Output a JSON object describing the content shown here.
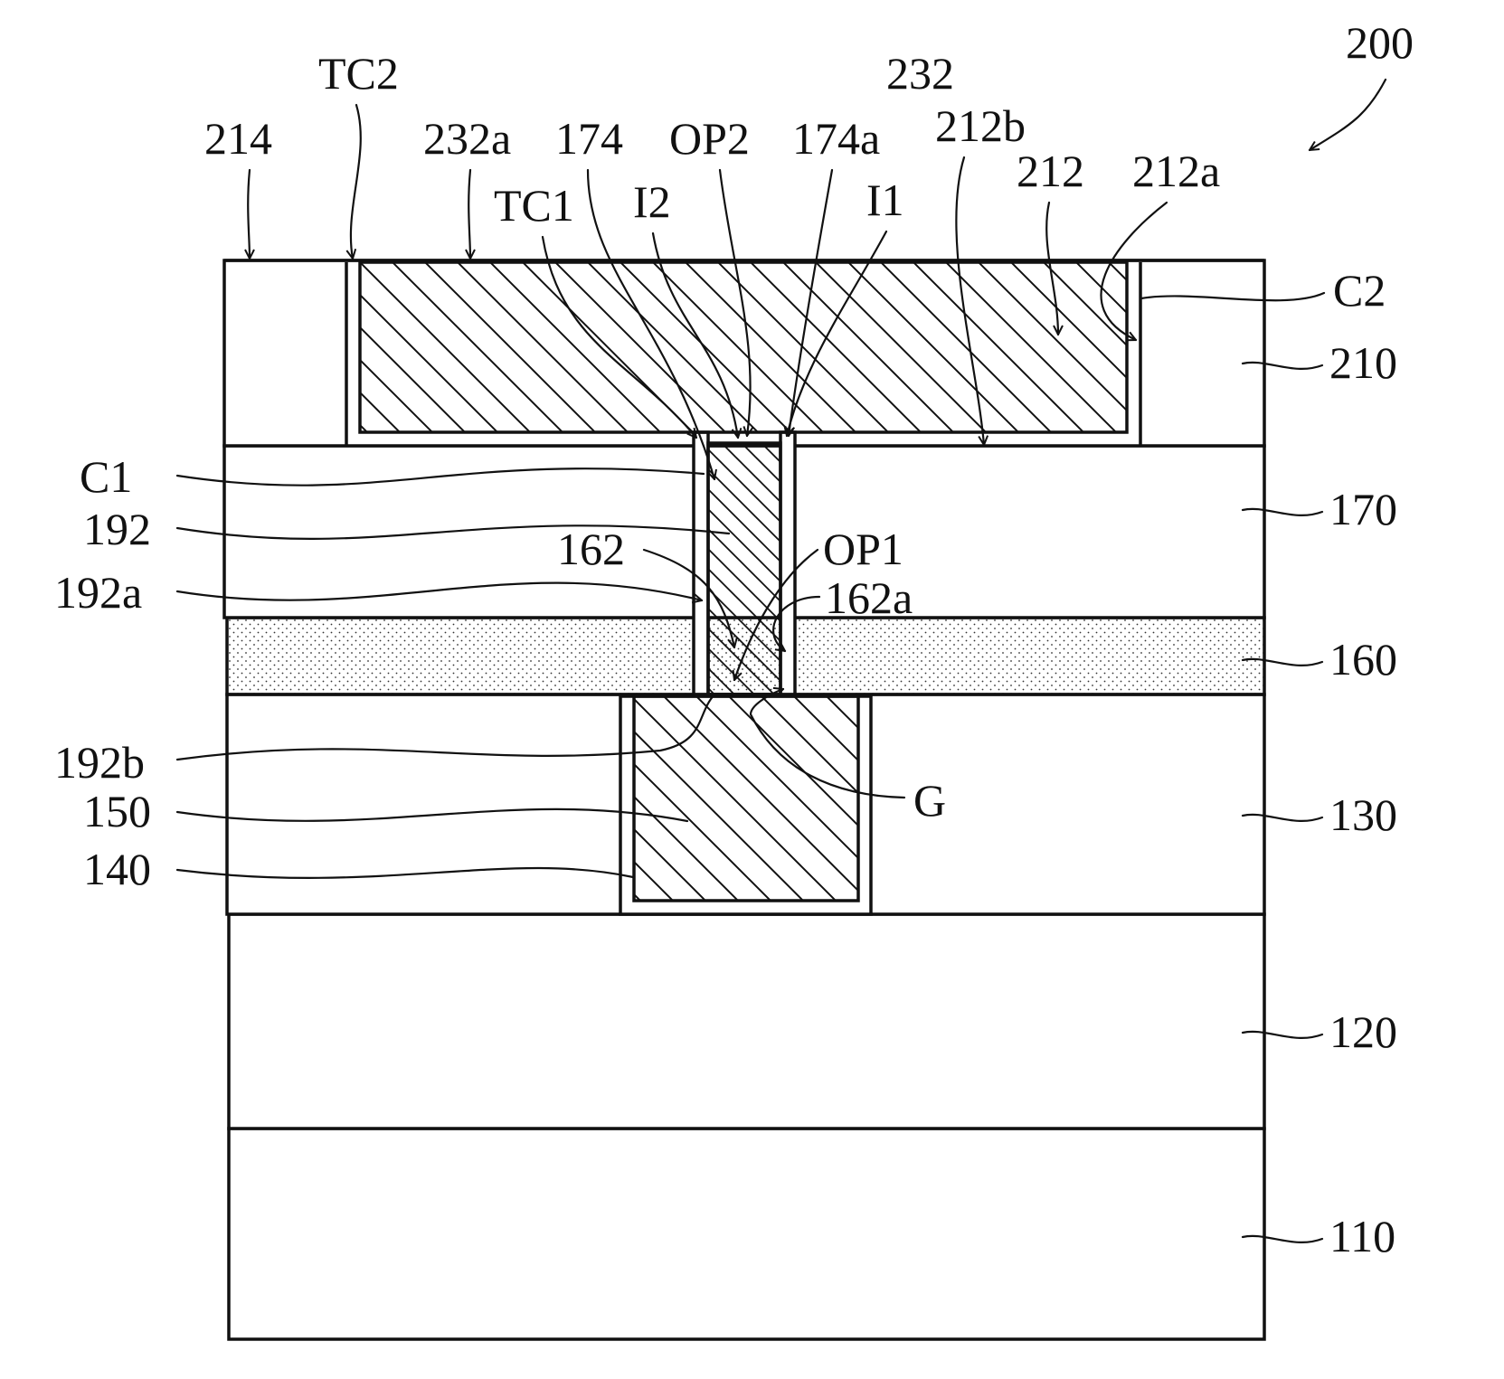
{
  "figure_ref": "200",
  "layers": {
    "l110": "110",
    "l120": "120",
    "l130": "130",
    "l160": "160",
    "l170": "170",
    "l210": "210"
  },
  "labels": {
    "l214": "214",
    "tc2": "TC2",
    "l232a": "232a",
    "l174": "174",
    "op2": "OP2",
    "l174a": "174a",
    "l232": "232",
    "l212b": "212b",
    "l212": "212",
    "l212a": "212a",
    "tc1": "TC1",
    "i2": "I2",
    "i1": "I1",
    "c2": "C2",
    "c1": "C1",
    "l192": "192",
    "l162": "162",
    "op1": "OP1",
    "l192a": "192a",
    "l162a": "162a",
    "l192b": "192b",
    "g": "G",
    "l150": "150",
    "l140": "140"
  }
}
